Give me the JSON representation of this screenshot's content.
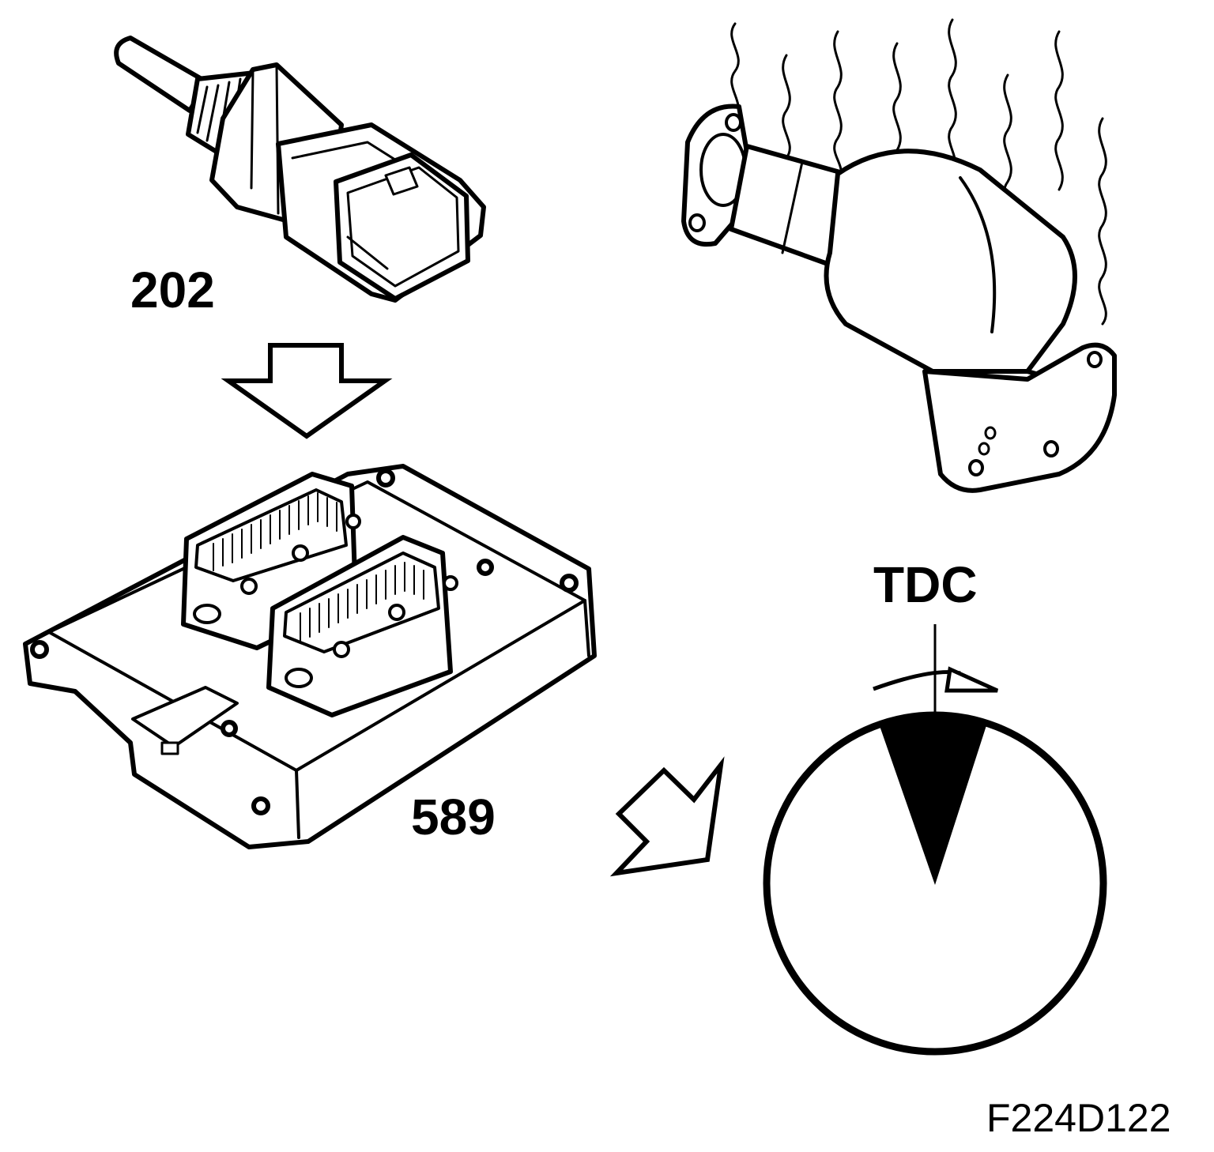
{
  "labels": {
    "sensor_number": "202",
    "control_module_number": "589",
    "tdc": "TDC",
    "figure_id": "F224D122"
  },
  "colors": {
    "ink": "#000000",
    "paper": "#ffffff"
  },
  "icons": [
    "down-arrow-icon",
    "diagonal-arrow-icon",
    "rotation-arrow-icon",
    "heat-wave-icon"
  ]
}
